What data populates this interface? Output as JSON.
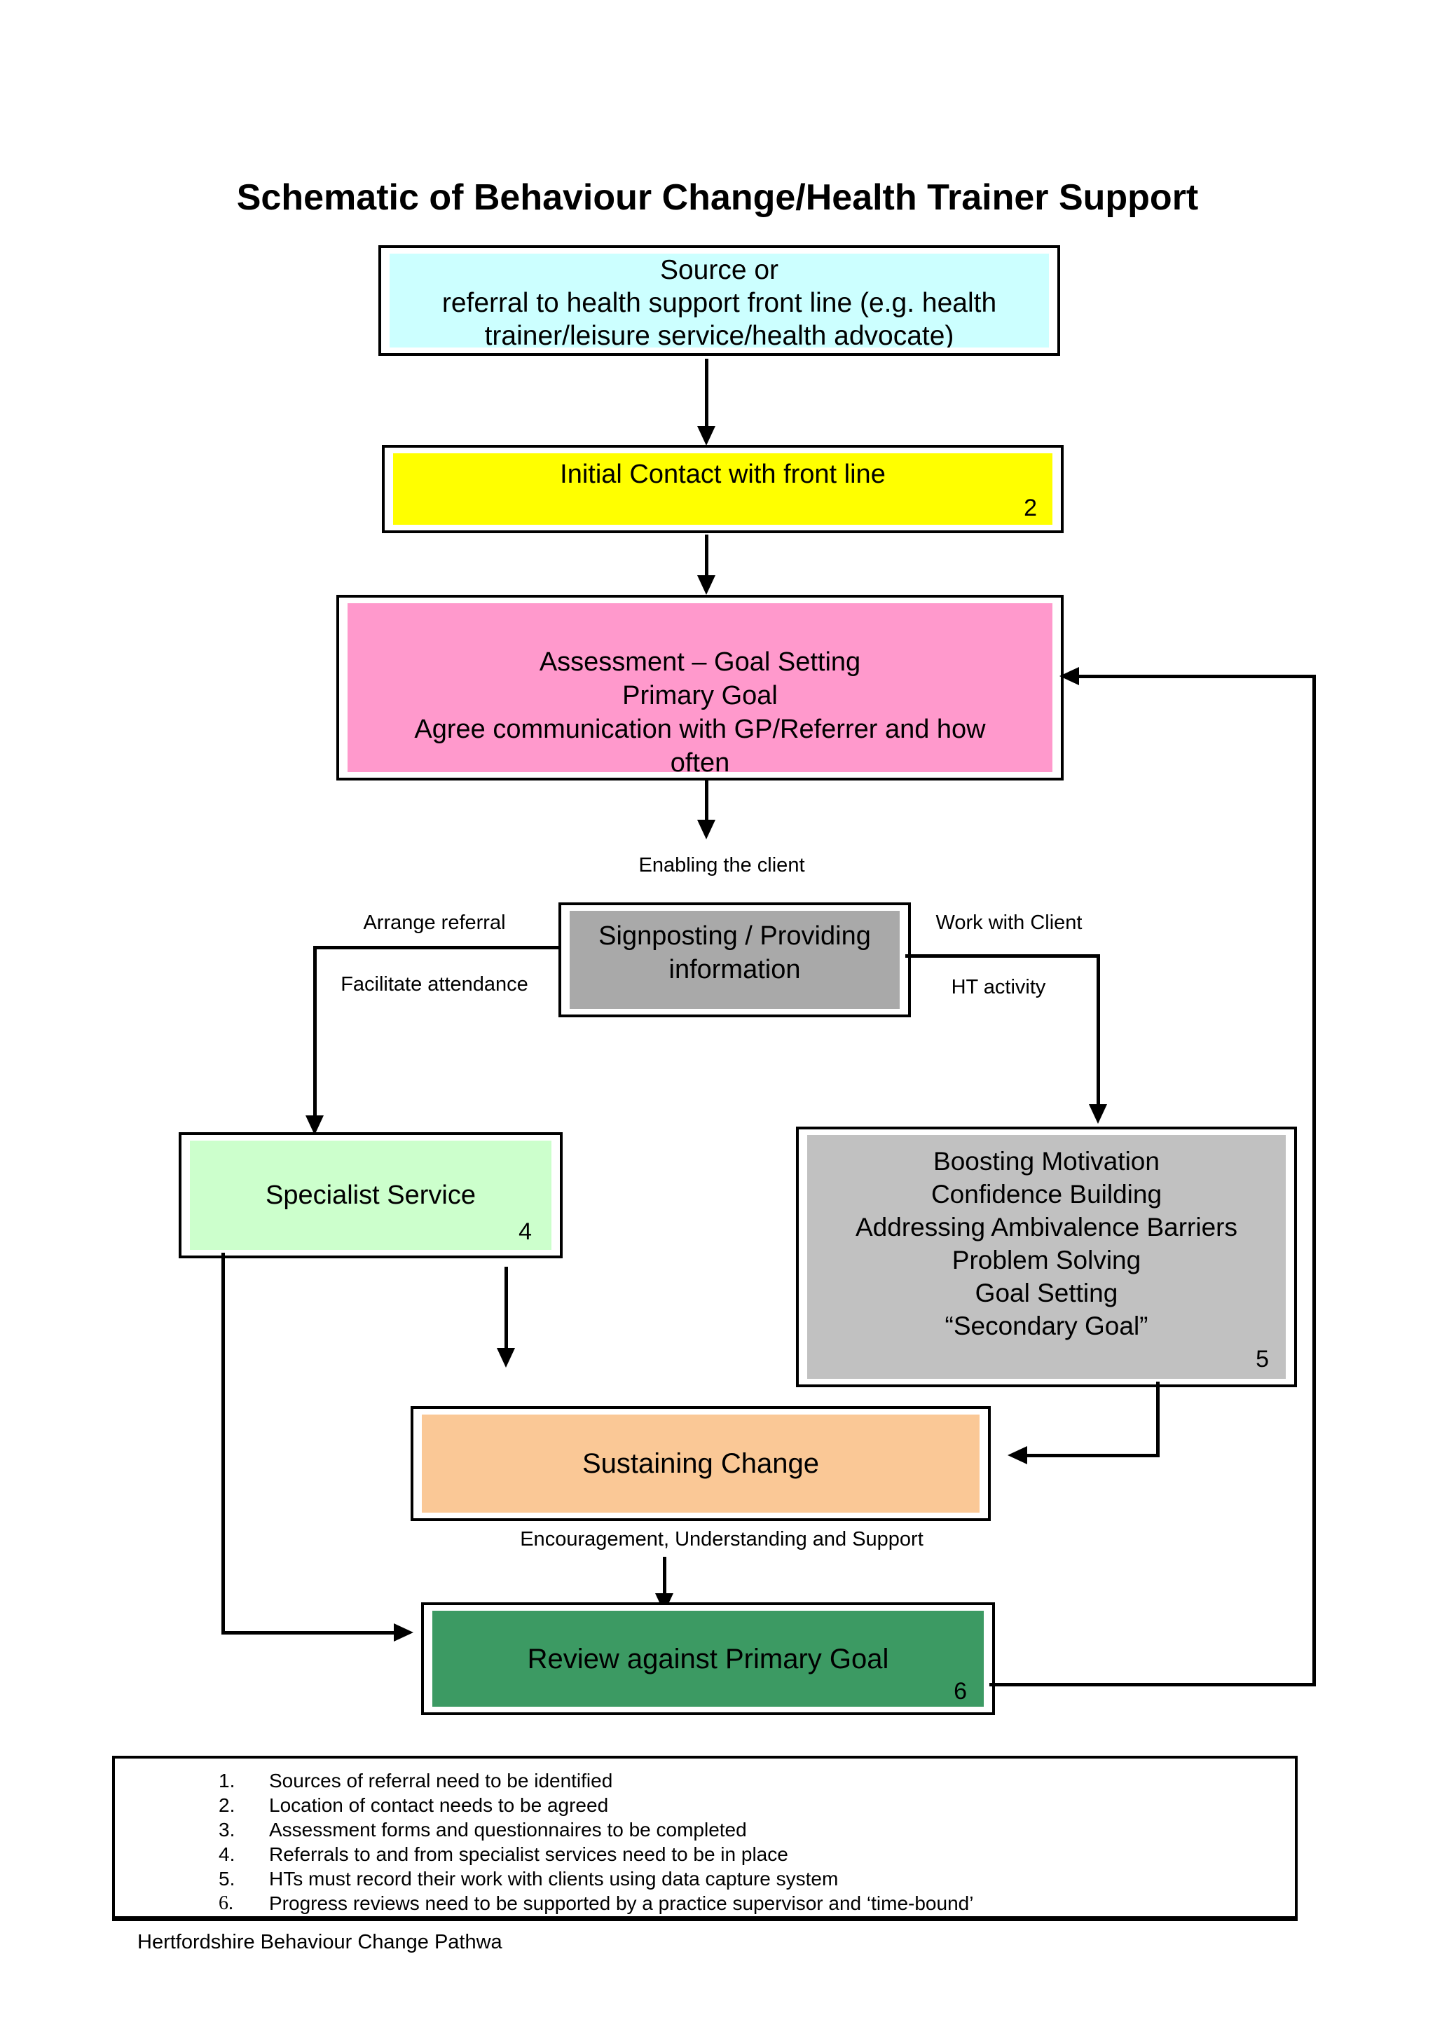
{
  "page": {
    "title": "Schematic of Behaviour Change/Health Trainer Support",
    "footer": "Hertfordshire Behaviour Change Pathwa"
  },
  "colors": {
    "source_fill": "#CCFFFF",
    "initial_fill": "#FFFF00",
    "assessment_fill": "#FF99CC",
    "signposting_fill": "#A9A9A9",
    "ht_work_fill": "#C1C1C1",
    "specialist_fill": "#CCFFCC",
    "sustaining_fill": "#FAC896",
    "review_fill": "#3C9A63",
    "line": "#000000"
  },
  "nodes": {
    "source": {
      "text": "Source or\nreferral to health support front line (e.g. health\ntrainer/leisure service/health advocate)"
    },
    "initial_contact": {
      "text": "Initial Contact with front line",
      "badge": "2"
    },
    "assessment": {
      "text": "Assessment – Goal Setting\nPrimary Goal\nAgree communication with GP/Referrer and how\noften"
    },
    "signposting": {
      "text": "Signposting / Providing\ninformation"
    },
    "specialist": {
      "text": "Specialist Service",
      "badge": "4"
    },
    "ht_work": {
      "text": "Boosting Motivation\nConfidence Building\nAddressing Ambivalence Barriers\nProblem Solving\nGoal Setting\n“Secondary Goal”",
      "badge": "5"
    },
    "sustaining": {
      "text": "Sustaining Change"
    },
    "review": {
      "text": "Review against Primary Goal",
      "badge": "6"
    }
  },
  "labels": {
    "enabling": "Enabling the client",
    "arrange_referral": "Arrange referral",
    "facilitate": "Facilitate attendance",
    "work_with_client": "Work with Client",
    "ht_activity": "HT activity",
    "encouragement": "Encouragement, Understanding and Support"
  },
  "notes": [
    {
      "num": "1.",
      "text": "Sources of referral need to be identified"
    },
    {
      "num": "2.",
      "text": "Location of contact needs to be agreed"
    },
    {
      "num": "3.",
      "text": "Assessment forms and questionnaires to be completed"
    },
    {
      "num": "4.",
      "text": "Referrals to and from specialist services need to be in place"
    },
    {
      "num": "5.",
      "text": "HTs must record their work with clients using data capture system"
    },
    {
      "num": "6.",
      "text": "Progress reviews need to be supported by a practice supervisor and ‘time-bound’"
    }
  ]
}
